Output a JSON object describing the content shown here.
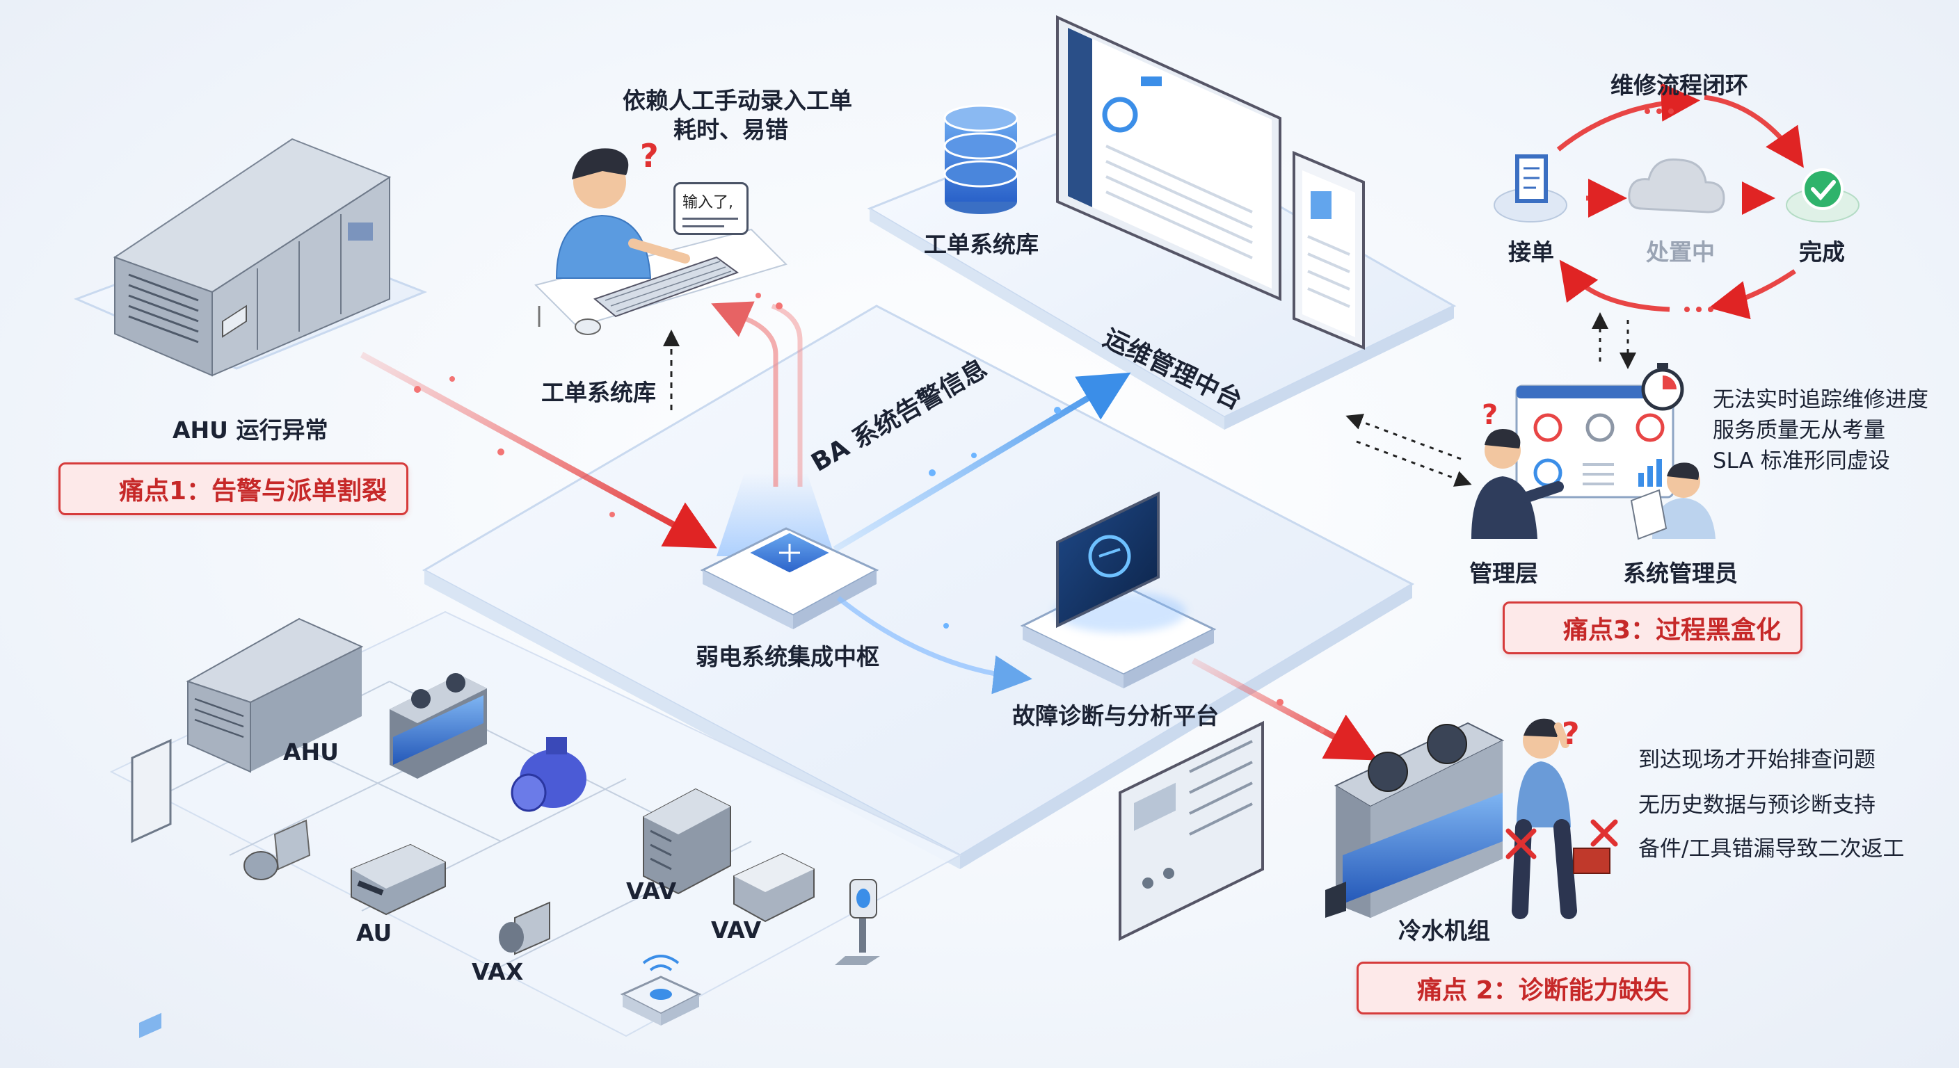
{
  "labels": {
    "operator_note_line1": "依赖人工手动录入工单",
    "operator_note_line2": "耗时、易错",
    "bubble_text": "输入了,",
    "ahu_abnormal": "AHU 运行异常",
    "workorder_db_left": "工单系统库",
    "ba_alarm": "BA 系统告警信息",
    "workorder_db_top": "工单系统库",
    "ops_platform": "运维管理中台",
    "hub": "弱电系统集成中枢",
    "diag_platform": "故障诊断与分析平台",
    "chiller": "冷水机组",
    "ahu_small": "AHU",
    "au": "AU",
    "vax": "VAX",
    "vav1": "VAV",
    "vav2": "VAV",
    "loop_title": "维修流程闭环",
    "loop_receive": "接单",
    "loop_processing": "处置中",
    "loop_done": "完成",
    "management": "管理层",
    "sys_admin": "系统管理员",
    "mgmt_issue_1": "无法实时追踪维修进度",
    "mgmt_issue_2": "服务质量无从考量",
    "mgmt_issue_3": "SLA 标准形同虚设",
    "field_issue_1": "到达现场才开始排查问题",
    "field_issue_2": "无历史数据与预诊断支持",
    "field_issue_3": "备件/工具错漏导致二次返工"
  },
  "pain_points": [
    {
      "text": "痛点1：告警与派单割裂"
    },
    {
      "text": "痛点 2：诊断能力缺失"
    },
    {
      "text": "痛点3：过程黑盒化"
    }
  ],
  "colors": {
    "alert_red": "#e03131",
    "flow_blue": "#3b8ee8",
    "platform_fill": "#eef4fc",
    "platform_edge": "#c9d9ef",
    "device_grey": "#9aa6b6",
    "loop_green": "#2fb36b"
  },
  "icons": {
    "warning": "warning-triangle-icon",
    "check": "check-circle-icon",
    "cloud": "cloud-icon",
    "question": "question-mark-icon",
    "error": "cross-mark-icon",
    "stopwatch": "stopwatch-icon"
  }
}
